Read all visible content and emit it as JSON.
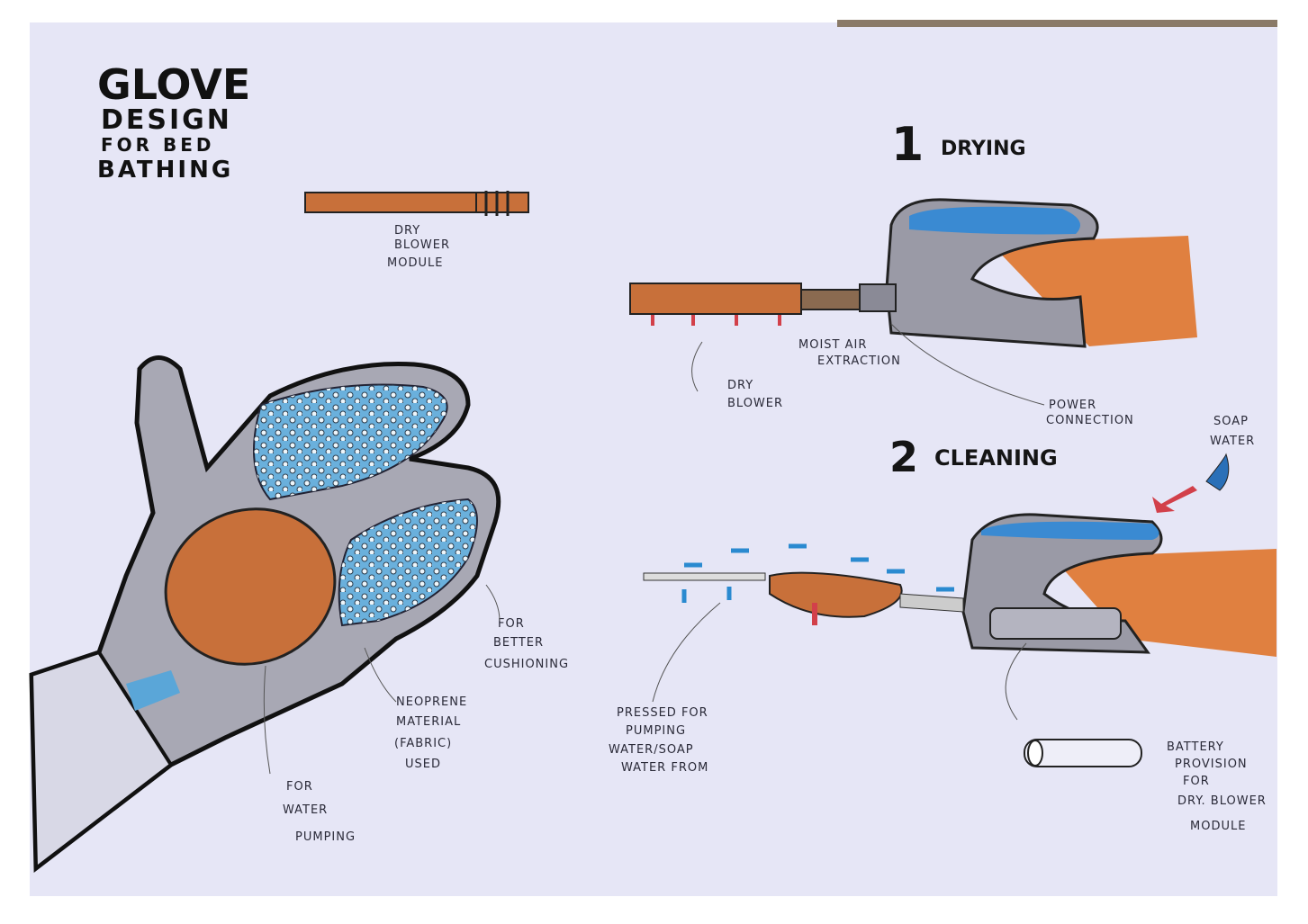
{
  "title": {
    "line1": "GLOVE",
    "line2": "DESIGN",
    "line3": "FOR BED",
    "line4": "BATHING"
  },
  "sections": {
    "drying": {
      "number": "1",
      "label": "DRYING"
    },
    "cleaning": {
      "number": "2",
      "label": "CLEANING"
    }
  },
  "labels": {
    "dry_blower_module": [
      "DRY",
      "BLOWER",
      "MODULE"
    ],
    "moist_air": [
      "MOIST AIR",
      "EXTRACTION"
    ],
    "dry_blower": [
      "DRY",
      "BLOWER"
    ],
    "power_connection": [
      "POWER",
      "CONNECTION"
    ],
    "soap_water": [
      "SOAP",
      "WATER"
    ],
    "cushioning": [
      "FOR",
      "BETTER",
      "CUSHIONING"
    ],
    "neoprene": [
      "NEOPRENE",
      "MATERIAL",
      "(FABRIC)",
      "USED"
    ],
    "water_pumping": [
      "FOR",
      "WATER",
      "PUMPING"
    ],
    "pressed": [
      "PRESSED FOR",
      "PUMPING",
      "WATER/SOAP",
      "WATER FROM"
    ],
    "battery": [
      "BATTERY",
      "PROVISION",
      "FOR",
      "DRY. BLOWER",
      "MODULE"
    ]
  },
  "colors": {
    "paper": "#e6e6f6",
    "orange": "#c8703a",
    "blue": "#5aa6d8",
    "grey": "#9a9aa6",
    "arrow_red": "#d2404a",
    "arrow_blue": "#2a8ad0"
  }
}
